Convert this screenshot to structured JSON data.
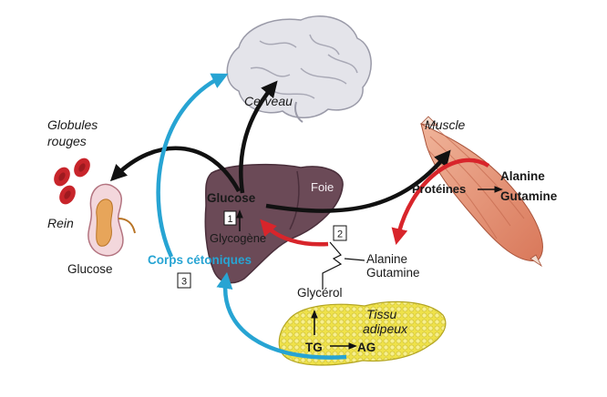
{
  "labels": {
    "cerveau": "Cerveau",
    "globules_line1": "Globules",
    "globules_line2": "rouges",
    "rein": "Rein",
    "glucose_kidney": "Glucose",
    "muscle": "Muscle",
    "alanine_right": "Alanine",
    "gutamine_right": "Gutamine",
    "proteines": "Protéines",
    "foie": "Foie",
    "glucose_liver": "Glucose",
    "glycogene": "Glycogène",
    "alanine_mid": "Alanine",
    "gutamine_mid": "Gutamine",
    "glycerol": "Glycérol",
    "corps_cetoniques": "Corps cétoniques",
    "tissu_line1": "Tissu",
    "tissu_line2": "adipeux",
    "tg": "TG",
    "ag": "AG"
  },
  "steps": [
    "1",
    "2",
    "3"
  ],
  "colors": {
    "arrow_black": "#111111",
    "arrow_red": "#d8252b",
    "arrow_blue": "#27a4d3",
    "liver": "#6b4a57",
    "brain": "#e4e4ea",
    "muscle": "#e89b7c",
    "adipose": "#efe24a",
    "blood_cells": "#c8252b",
    "ketone_text": "#27a4d3"
  }
}
